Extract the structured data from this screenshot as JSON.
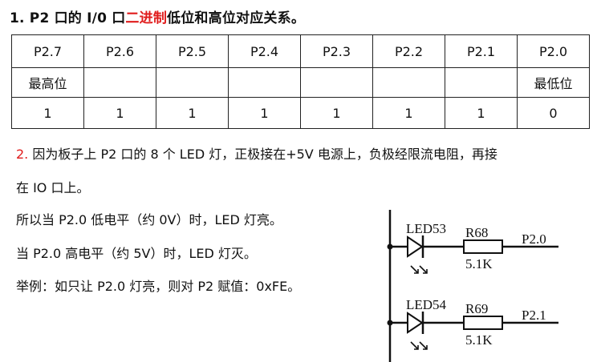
{
  "heading": {
    "prefix": "1. P2 口的 I/0 口",
    "highlight": "二进制",
    "suffix": "低位和高位对应关系。"
  },
  "table": {
    "headers": [
      "P2.7",
      "P2.6",
      "P2.5",
      "P2.4",
      "P2.3",
      "P2.2",
      "P2.1",
      "P2.0"
    ],
    "row_labels": [
      "最高位",
      "",
      "",
      "",
      "",
      "",
      "",
      "最低位"
    ],
    "row_values": [
      "1",
      "1",
      "1",
      "1",
      "1",
      "1",
      "1",
      "0"
    ]
  },
  "para2": {
    "num": "2.",
    "line1": " 因为板子上 P2 口的 8 个 LED 灯，正极接在+5V 电源上，负极经限流电阻，再接",
    "line2": "在 IO 口上。"
  },
  "lines": {
    "low": "所以当 P2.0 低电平（约 0V）时，LED 灯亮。",
    "high": "当 P2.0 高电平（约 5V）时，LED 灯灭。",
    "example": "举例：如只让 P2.0 灯亮，则对 P2 赋值：0xFE。"
  },
  "schematic": {
    "led_top": "LED53",
    "res_top": "R68",
    "val_top": "5.1K",
    "port_top": "P2.0",
    "led_bot": "LED54",
    "res_bot": "R69",
    "val_bot": "5.1K",
    "port_bot": "P2.1"
  }
}
